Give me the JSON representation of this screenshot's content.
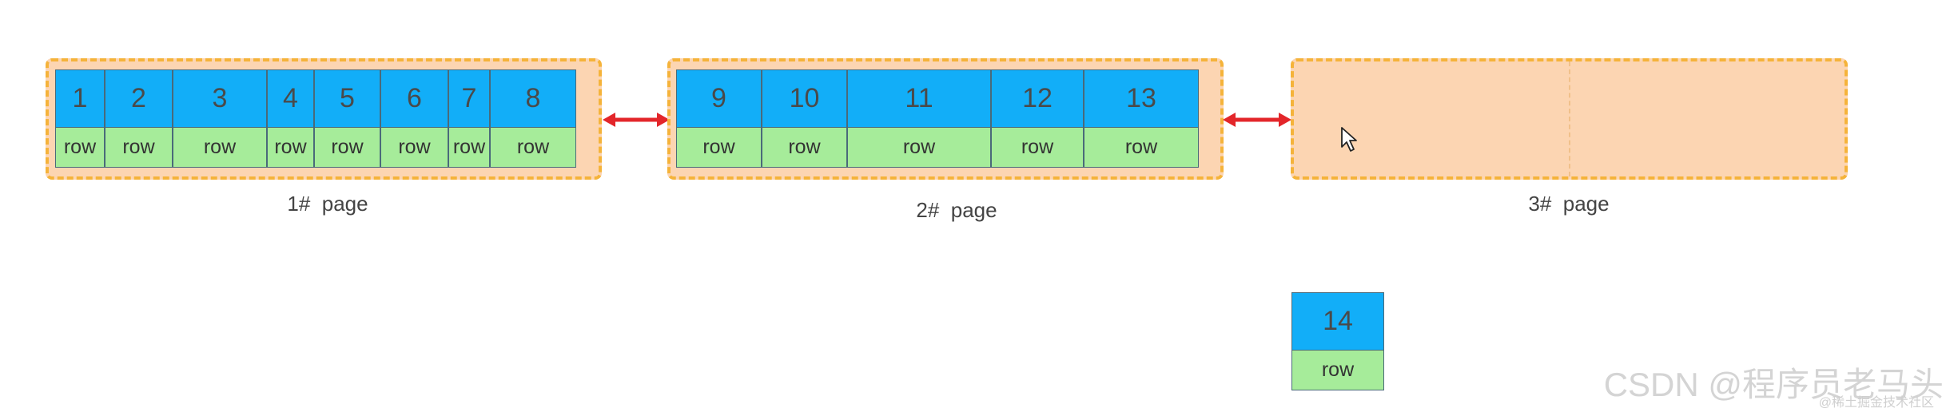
{
  "pages": [
    {
      "caption": "1#  page",
      "cells": [
        {
          "key": "1",
          "row": "row"
        },
        {
          "key": "2",
          "row": "row"
        },
        {
          "key": "3",
          "row": "row"
        },
        {
          "key": "4",
          "row": "row"
        },
        {
          "key": "5",
          "row": "row"
        },
        {
          "key": "6",
          "row": "row"
        },
        {
          "key": "7",
          "row": "row"
        },
        {
          "key": "8",
          "row": "row"
        }
      ]
    },
    {
      "caption": "2#  page",
      "cells": [
        {
          "key": "9",
          "row": "row"
        },
        {
          "key": "10",
          "row": "row"
        },
        {
          "key": "11",
          "row": "row"
        },
        {
          "key": "12",
          "row": "row"
        },
        {
          "key": "13",
          "row": "row"
        }
      ]
    },
    {
      "caption": "3#  page",
      "cells": []
    }
  ],
  "new_record": {
    "key": "14",
    "row": "row"
  },
  "watermark": "CSDN @程序员老马头",
  "watermark_small": "@稀土掘金技术社区",
  "colors": {
    "page_fill": "#fcd5b2",
    "page_border": "#f5b33a",
    "key_fill": "#12aef8",
    "row_fill": "#a6ec9a",
    "arrow": "#e3262a"
  }
}
